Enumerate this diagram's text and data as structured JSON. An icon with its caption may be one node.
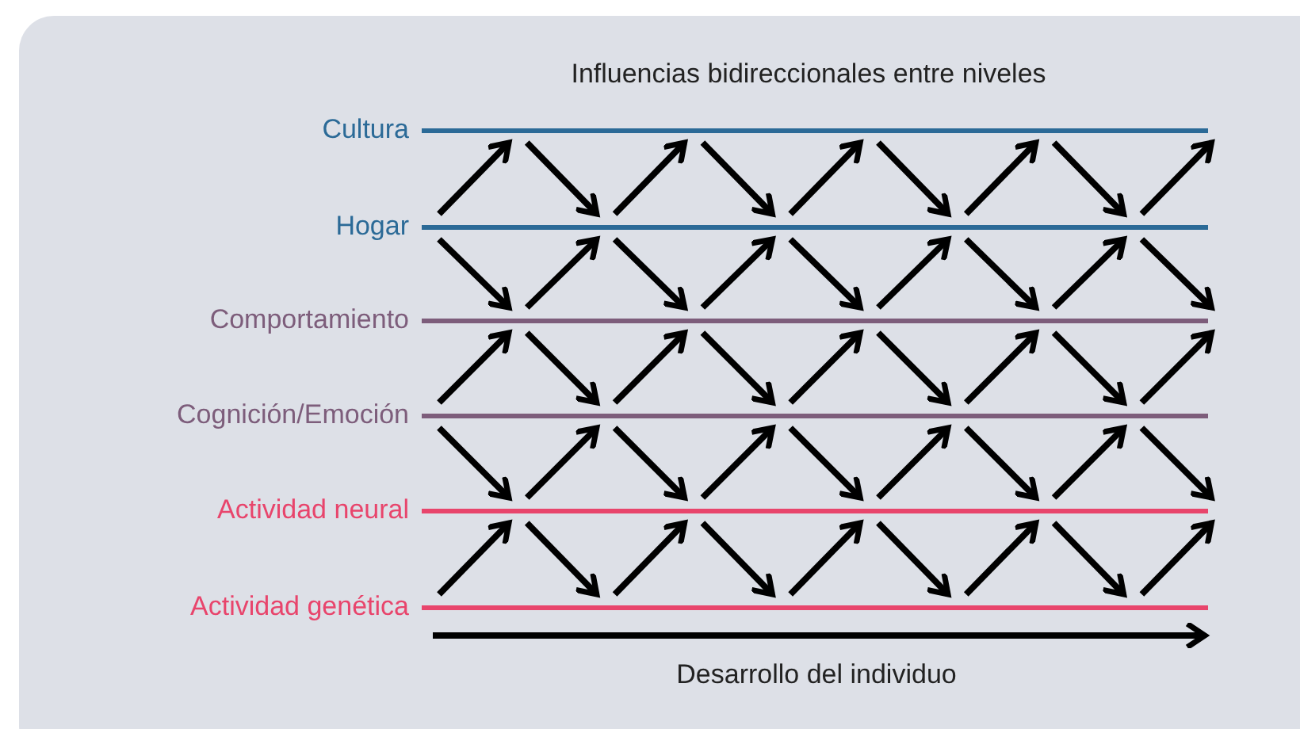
{
  "diagram": {
    "title": "Influencias bidireccionales entre niveles",
    "nodes": [
      {
        "text": [
          "Cultura"
        ]
      },
      {
        "text": [
          "Hogar"
        ]
      },
      {
        "text": [
          "Comportamiento"
        ]
      },
      {
        "text": [
          "Cognición/Emoción"
        ]
      },
      {
        "text": [
          "Actividad neural"
        ]
      },
      {
        "text": [
          "Actividad genética"
        ]
      }
    ],
    "edges": [
      {
        "from": 1,
        "to": 0,
        "arrow": "to"
      },
      {
        "from": 0,
        "to": 1,
        "arrow": "to"
      },
      {
        "from": 1,
        "to": 0,
        "arrow": "to"
      },
      {
        "from": 0,
        "to": 1,
        "arrow": "to"
      },
      {
        "from": 1,
        "to": 0,
        "arrow": "to"
      },
      {
        "from": 0,
        "to": 1,
        "arrow": "to"
      },
      {
        "from": 1,
        "to": 0,
        "arrow": "to"
      },
      {
        "from": 0,
        "to": 1,
        "arrow": "to"
      },
      {
        "from": 1,
        "to": 0,
        "arrow": "to"
      },
      {
        "from": 1,
        "to": 2,
        "arrow": "to"
      },
      {
        "from": 2,
        "to": 1,
        "arrow": "to"
      },
      {
        "from": 1,
        "to": 2,
        "arrow": "to"
      },
      {
        "from": 2,
        "to": 1,
        "arrow": "to"
      },
      {
        "from": 1,
        "to": 2,
        "arrow": "to"
      },
      {
        "from": 2,
        "to": 1,
        "arrow": "to"
      },
      {
        "from": 1,
        "to": 2,
        "arrow": "to"
      },
      {
        "from": 2,
        "to": 1,
        "arrow": "to"
      },
      {
        "from": 1,
        "to": 2,
        "arrow": "to"
      },
      {
        "from": 3,
        "to": 2,
        "arrow": "to"
      },
      {
        "from": 2,
        "to": 3,
        "arrow": "to"
      },
      {
        "from": 3,
        "to": 2,
        "arrow": "to"
      },
      {
        "from": 2,
        "to": 3,
        "arrow": "to"
      },
      {
        "from": 3,
        "to": 2,
        "arrow": "to"
      },
      {
        "from": 2,
        "to": 3,
        "arrow": "to"
      },
      {
        "from": 3,
        "to": 2,
        "arrow": "to"
      },
      {
        "from": 2,
        "to": 3,
        "arrow": "to"
      },
      {
        "from": 3,
        "to": 2,
        "arrow": "to"
      },
      {
        "from": 3,
        "to": 4,
        "arrow": "to"
      },
      {
        "from": 4,
        "to": 3,
        "arrow": "to"
      },
      {
        "from": 3,
        "to": 4,
        "arrow": "to"
      },
      {
        "from": 4,
        "to": 3,
        "arrow": "to"
      },
      {
        "from": 3,
        "to": 4,
        "arrow": "to"
      },
      {
        "from": 4,
        "to": 3,
        "arrow": "to"
      },
      {
        "from": 3,
        "to": 4,
        "arrow": "to"
      },
      {
        "from": 4,
        "to": 3,
        "arrow": "to"
      },
      {
        "from": 3,
        "to": 4,
        "arrow": "to"
      },
      {
        "from": 5,
        "to": 4,
        "arrow": "to"
      },
      {
        "from": 4,
        "to": 5,
        "arrow": "to"
      },
      {
        "from": 5,
        "to": 4,
        "arrow": "to"
      },
      {
        "from": 4,
        "to": 5,
        "arrow": "to"
      },
      {
        "from": 5,
        "to": 4,
        "arrow": "to"
      },
      {
        "from": 4,
        "to": 5,
        "arrow": "to"
      },
      {
        "from": 5,
        "to": 4,
        "arrow": "to"
      },
      {
        "from": 4,
        "to": 5,
        "arrow": "to"
      },
      {
        "from": 5,
        "to": 4,
        "arrow": "to"
      }
    ],
    "labels": [
      "Desarrollo del individuo"
    ]
  }
}
